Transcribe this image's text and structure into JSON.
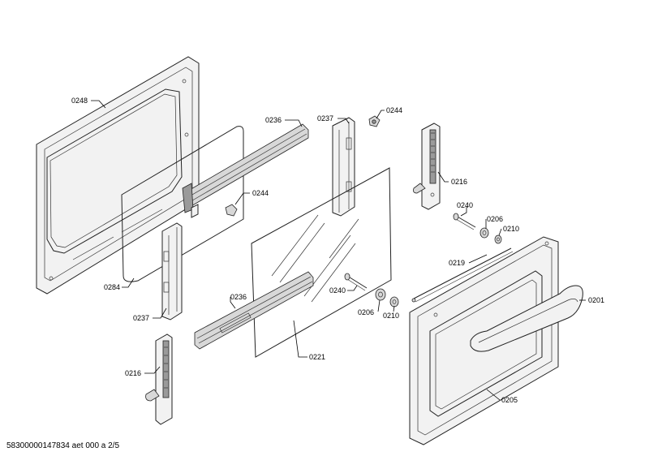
{
  "parts": [
    {
      "id": "p0248",
      "label": "0248"
    },
    {
      "id": "p0236a",
      "label": "0236"
    },
    {
      "id": "p0237a",
      "label": "0237"
    },
    {
      "id": "p0244a",
      "label": "0244"
    },
    {
      "id": "p0216a",
      "label": "0216"
    },
    {
      "id": "p0244b",
      "label": "0244"
    },
    {
      "id": "p0240a",
      "label": "0240"
    },
    {
      "id": "p0206a",
      "label": "0206"
    },
    {
      "id": "p0210a",
      "label": "0210"
    },
    {
      "id": "p0219",
      "label": "0219"
    },
    {
      "id": "p0201",
      "label": "0201"
    },
    {
      "id": "p0284",
      "label": "0284"
    },
    {
      "id": "p0237b",
      "label": "0237"
    },
    {
      "id": "p0236b",
      "label": "0236"
    },
    {
      "id": "p0240b",
      "label": "0240"
    },
    {
      "id": "p0206b",
      "label": "0206"
    },
    {
      "id": "p0210b",
      "label": "0210"
    },
    {
      "id": "p0221",
      "label": "0221"
    },
    {
      "id": "p0216b",
      "label": "0216"
    },
    {
      "id": "p0205",
      "label": "0205"
    }
  ],
  "footer": "58300000147834 aet 000 a 2/5"
}
